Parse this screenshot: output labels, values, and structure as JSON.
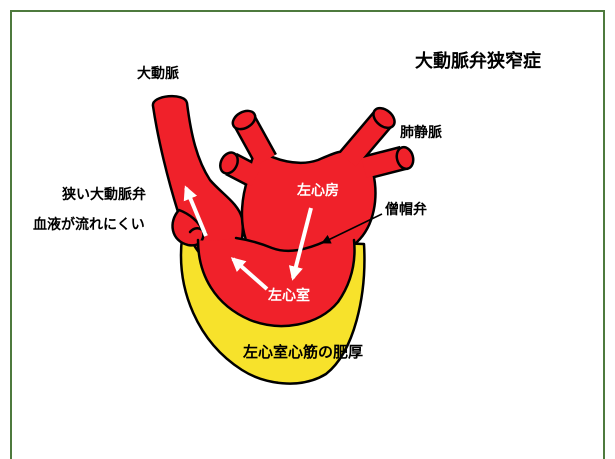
{
  "diagram": {
    "title": "大動脈弁狭窄症",
    "labels": {
      "aorta": "大動脈",
      "pulmonary_veins": "肺静脈",
      "narrow_aortic_valve": "狭い大動脈弁",
      "blood_flow_difficulty": "血液が流れにくい",
      "left_atrium": "左心房",
      "mitral_valve": "僧帽弁",
      "left_ventricle": "左心室",
      "ventricular_hypertrophy": "左心室心筋の肥厚"
    },
    "colors": {
      "frame": "#4e7a3d",
      "chamber_red": "#f0212a",
      "myocardium_yellow": "#f7e22b",
      "flow_arrow": "#ffffff",
      "outline": "#000000"
    }
  }
}
